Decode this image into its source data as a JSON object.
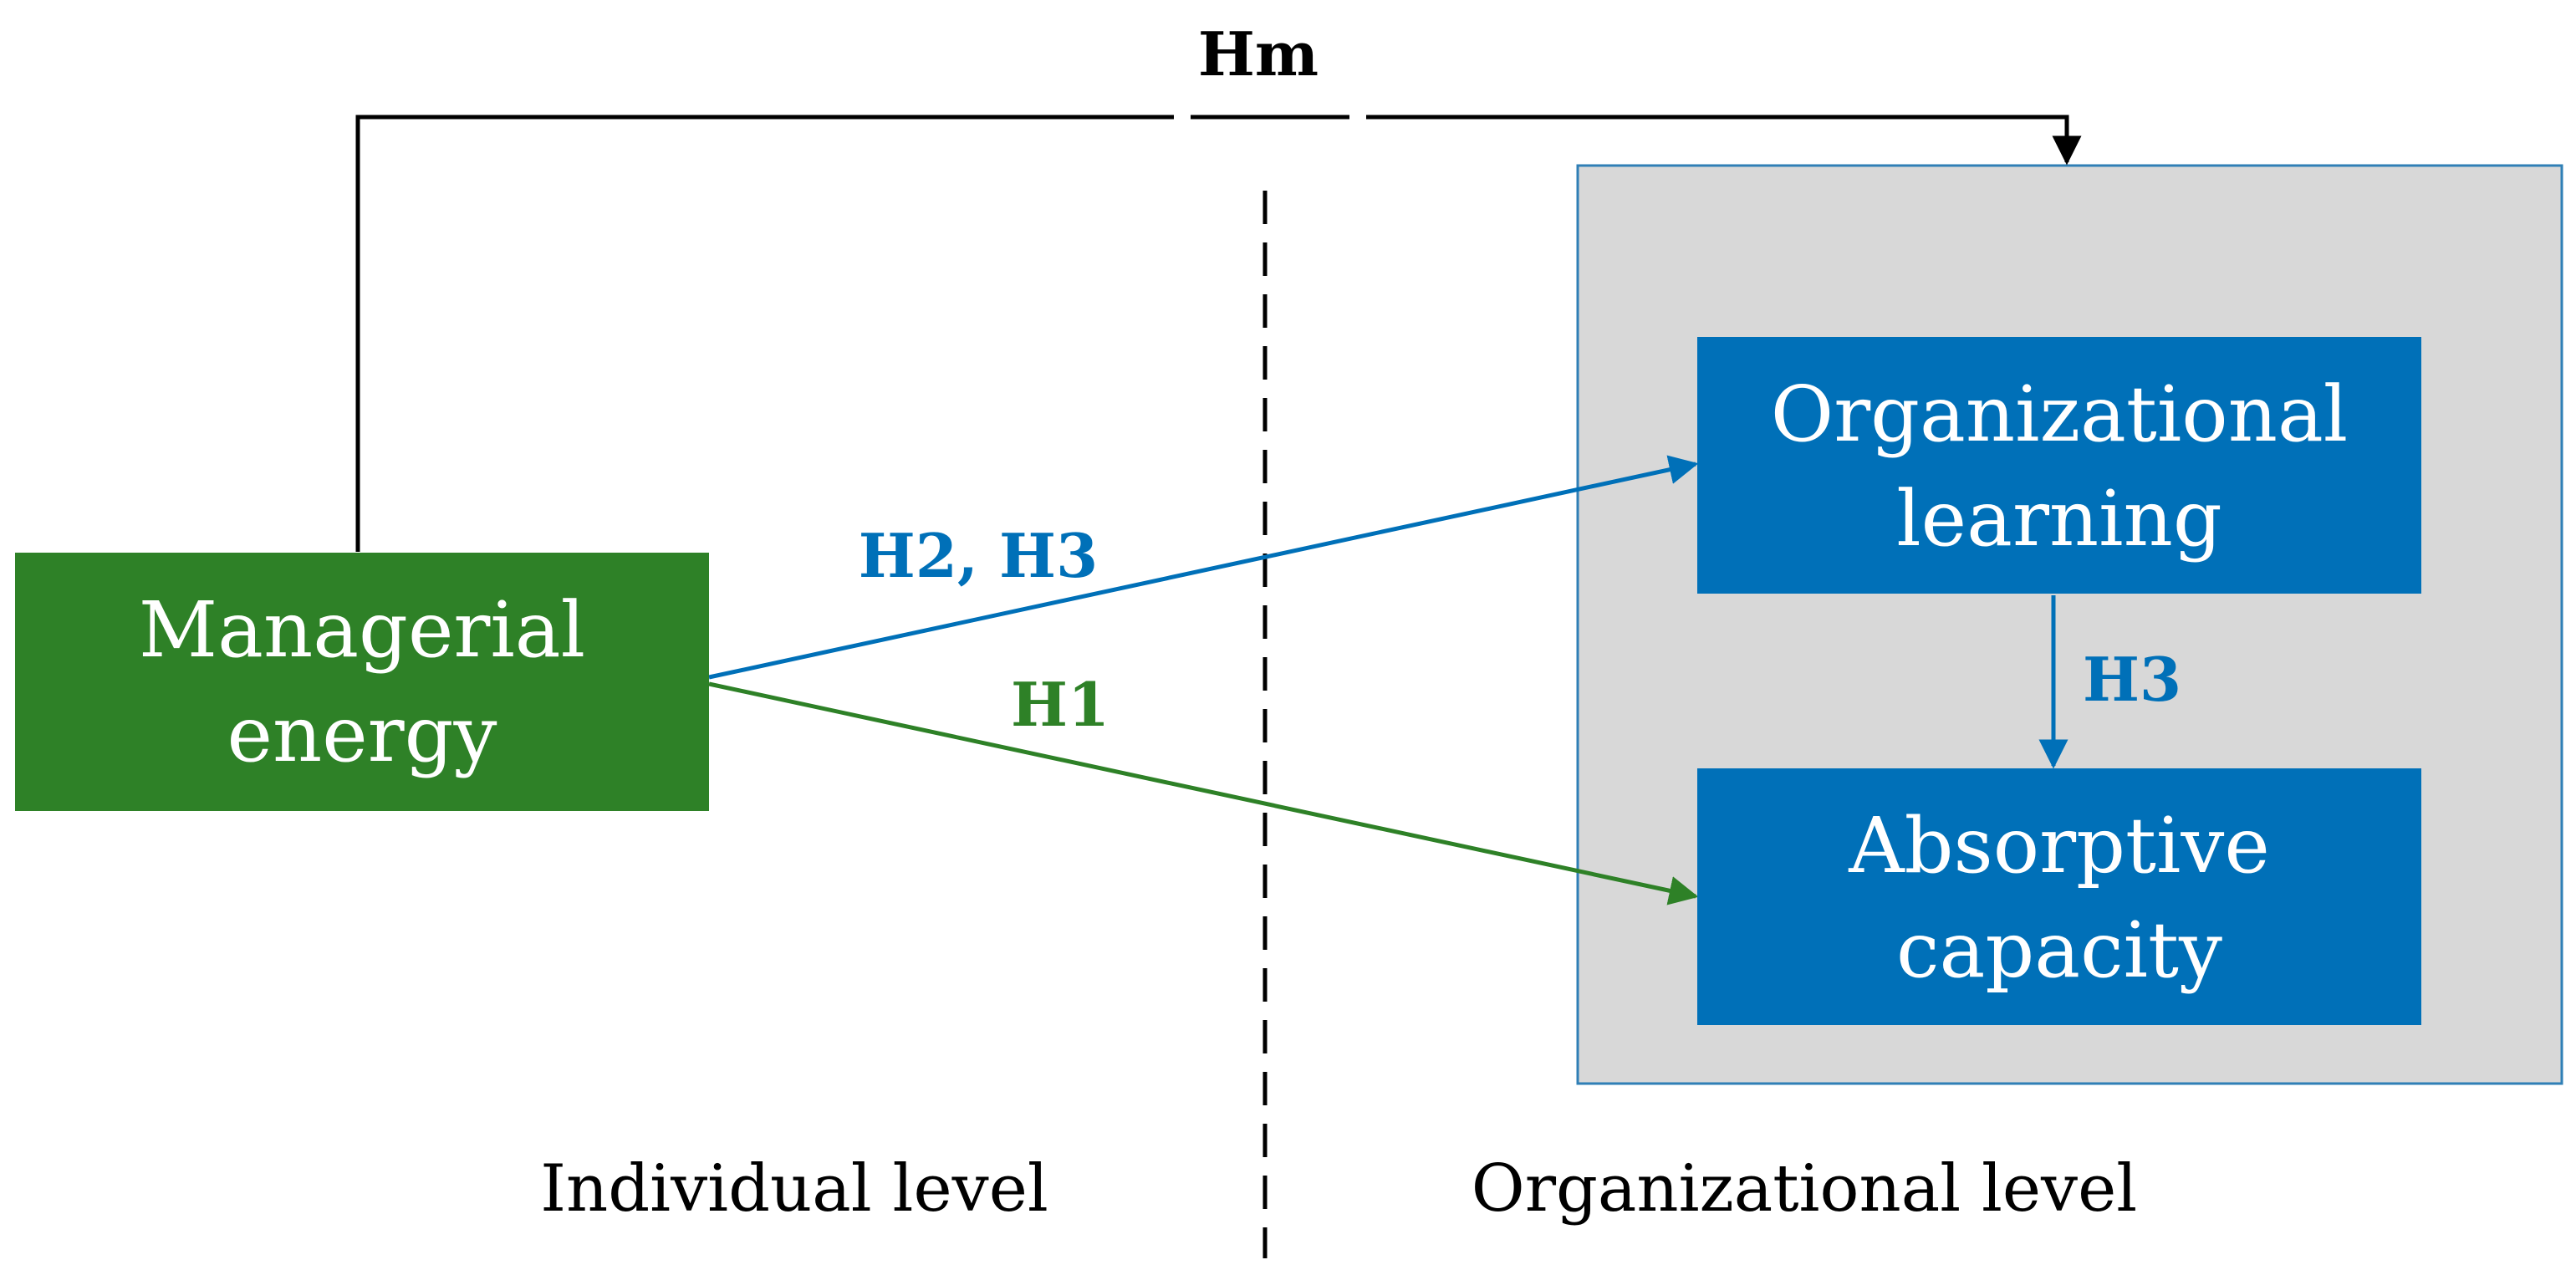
{
  "colors": {
    "green": "#2e8127",
    "blue": "#0070b8",
    "gray_panel": "#d8d8d8",
    "panel_border": "#2f7fb6",
    "black": "#000000"
  },
  "nodes": {
    "managerial_energy": {
      "line1": "Managerial",
      "line2": "energy"
    },
    "organizational_learning": {
      "line1": "Organizational",
      "line2": "learning"
    },
    "absorptive_capacity": {
      "line1": "Absorptive",
      "line2": "capacity"
    }
  },
  "hypotheses": {
    "hm": "Hm",
    "h2_h3": "H2, H3",
    "h1": "H1",
    "h3": "H3"
  },
  "levels": {
    "individual": "Individual level",
    "organizational": "Organizational level"
  }
}
